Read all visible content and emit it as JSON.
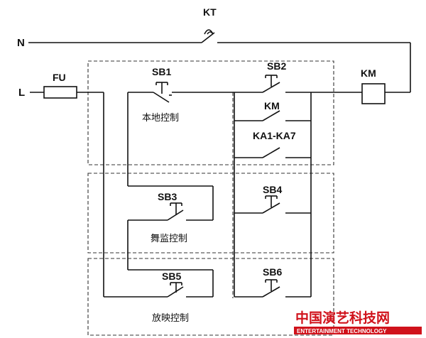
{
  "labels": {
    "kt": "KT",
    "n": "N",
    "l": "L",
    "fu": "FU",
    "km_coil": "KM",
    "sb1": "SB1",
    "sb2": "SB2",
    "km_contact": "KM",
    "ka": "KA1-KA7",
    "sb3": "SB3",
    "sb4": "SB4",
    "sb5": "SB5",
    "sb6": "SB6",
    "local_control": "本地控制",
    "stage_control": "舞监控制",
    "projection_control": "放映控制"
  },
  "watermark": {
    "title": "中国演艺科技网",
    "subtitle": "ENTERTAINMENT TECHNOLOGY",
    "brand_color": "#d0121b"
  }
}
